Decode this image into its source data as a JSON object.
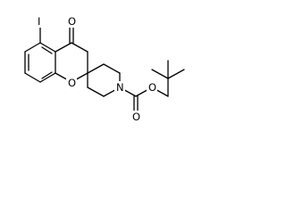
{
  "molecule": {
    "atom_labels": {
      "iodine": "I",
      "ketone_oxygen": "O",
      "ring_oxygen": "O",
      "nitrogen": "N",
      "carbonyl_oxygen": "O",
      "ester_oxygen": "O"
    }
  }
}
